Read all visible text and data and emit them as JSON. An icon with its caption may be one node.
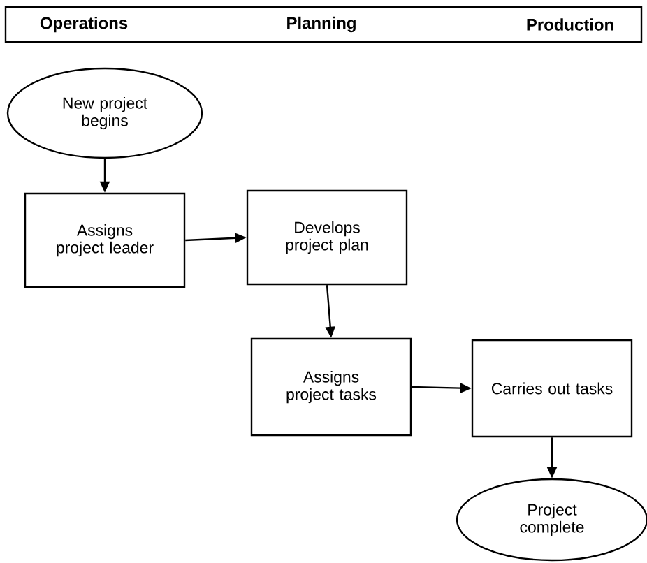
{
  "diagram": {
    "nodes": [
      {
        "text": [
          "Operations",
          "Planning",
          "Production"
        ]
      },
      {
        "text": [
          "New project begins"
        ]
      },
      {
        "text": [
          "Assigns project leader"
        ]
      },
      {
        "text": [
          "Develops project plan"
        ]
      },
      {
        "text": [
          "Assigns project tasks"
        ]
      },
      {
        "text": [
          "Carries out tasks"
        ]
      },
      {
        "text": [
          "Project complete"
        ]
      }
    ],
    "edges": [
      {
        "from": 1,
        "to": 2,
        "arrow": "to"
      },
      {
        "from": 2,
        "to": 3,
        "arrow": "to"
      },
      {
        "from": 3,
        "to": 4,
        "arrow": "to"
      },
      {
        "from": 4,
        "to": 5,
        "arrow": "to"
      },
      {
        "from": 5,
        "to": 6,
        "arrow": "to"
      }
    ]
  }
}
